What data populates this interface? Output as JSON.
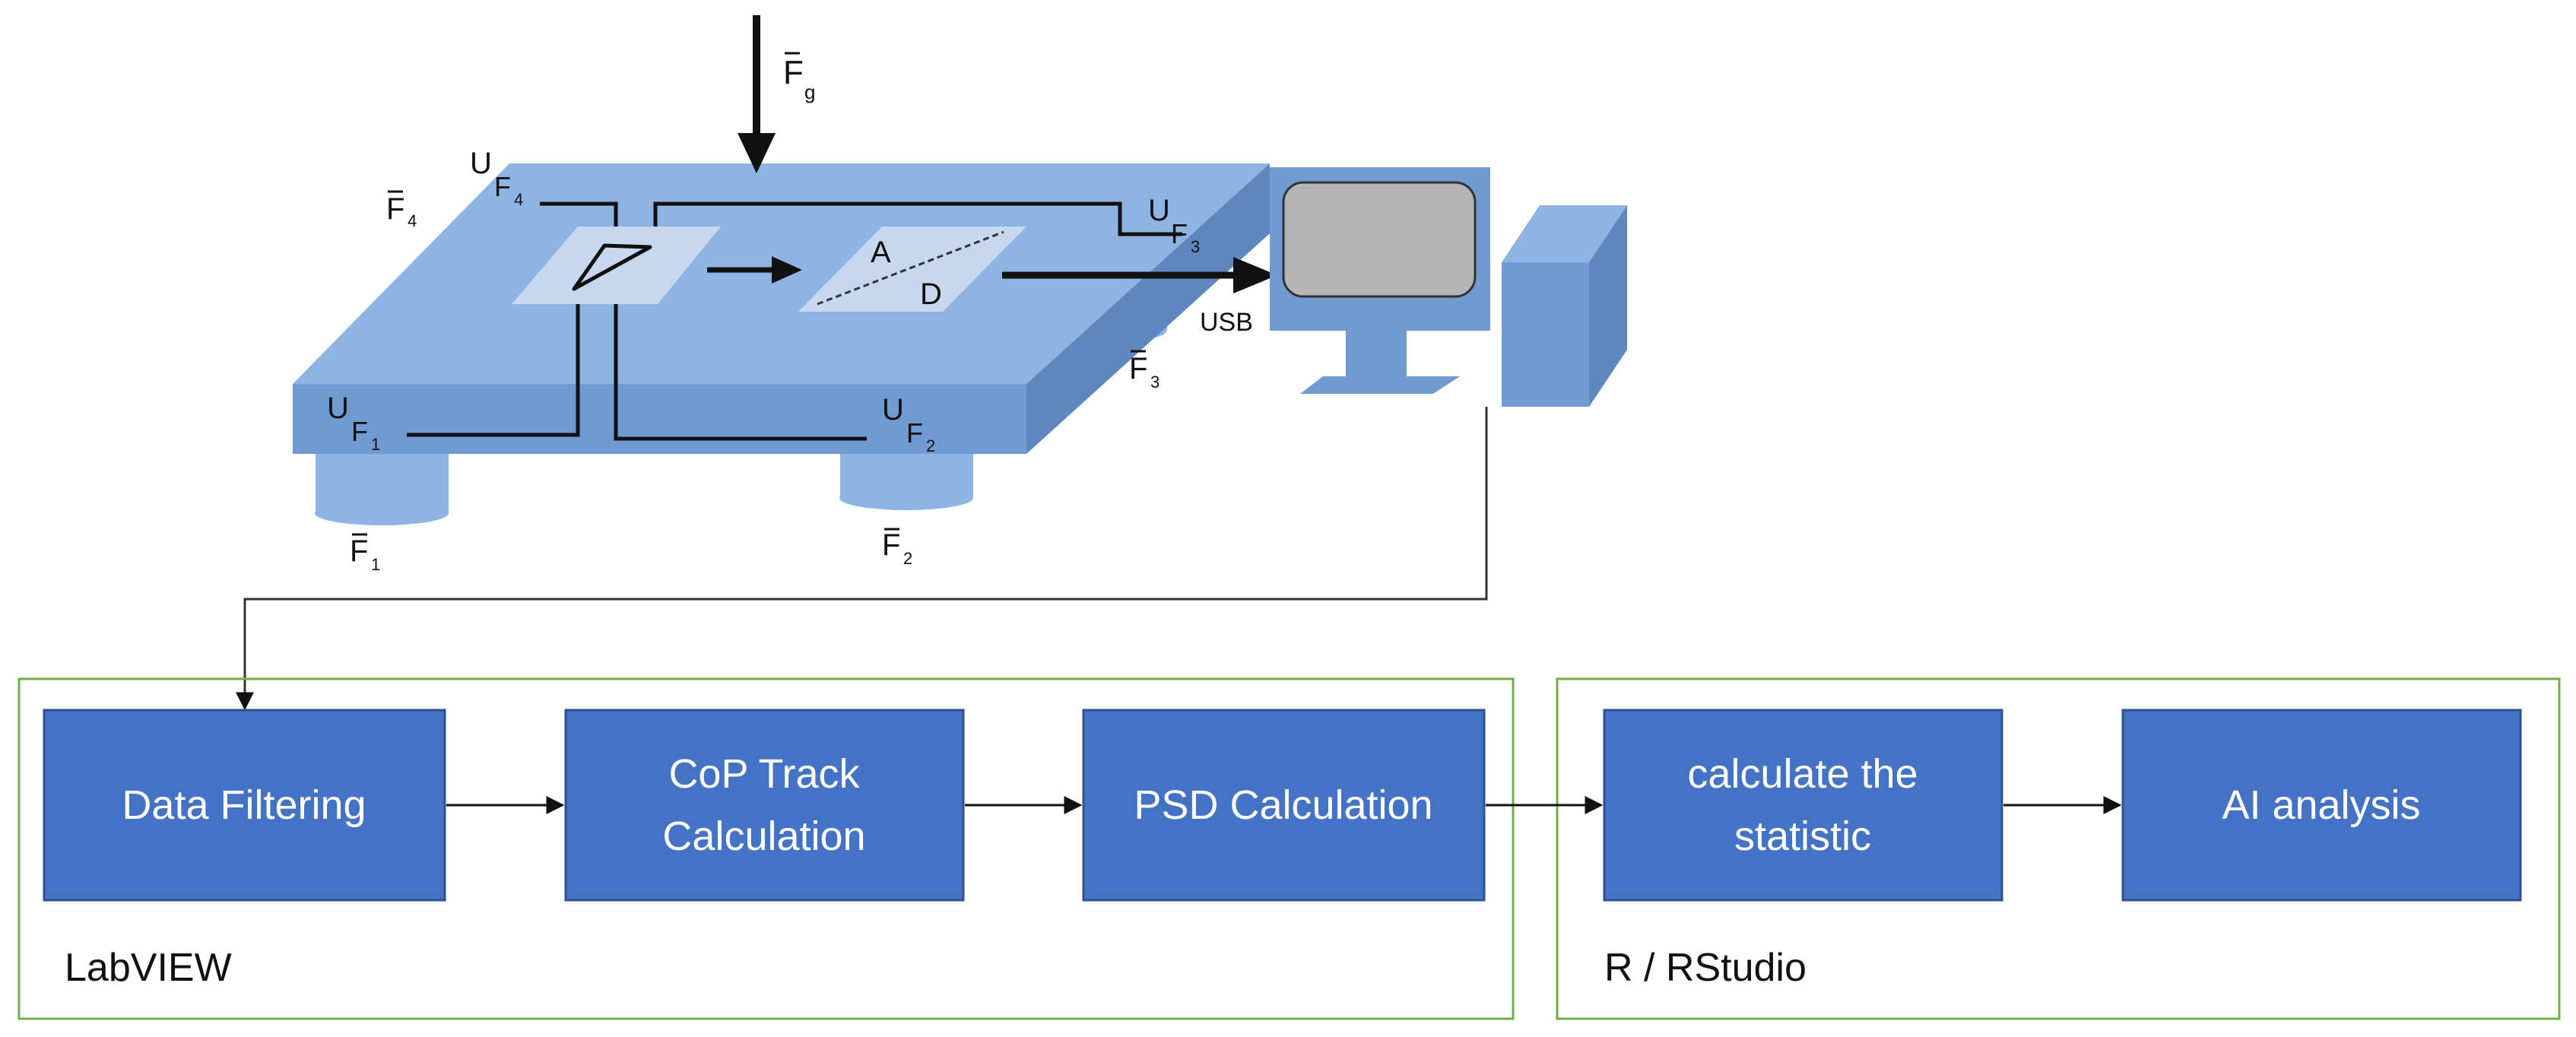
{
  "colors": {
    "plate_top": "#8eb4e3",
    "plate_front": "#6f9bd2",
    "plate_side": "#5e87c0",
    "box_fill": "#4472c4",
    "box_stroke": "#2f528f",
    "group_border": "#70ad47",
    "monitor_screen": "#b4b4b4",
    "line": "#111111"
  },
  "platform": {
    "fg_label": "F",
    "fg_sub": "g",
    "adc_a": "A",
    "adc_d": "D",
    "usb_label": "USB",
    "sensors": [
      {
        "u": "U",
        "f": "F",
        "sub": "1"
      },
      {
        "u": "U",
        "f": "F",
        "sub": "2"
      },
      {
        "u": "U",
        "f": "F",
        "sub": "3"
      },
      {
        "u": "U",
        "f": "F",
        "sub": "4"
      }
    ]
  },
  "groups": [
    {
      "label": "LabVIEW",
      "icon": "labview-group"
    },
    {
      "label": "R / RStudio",
      "icon": "rstudio-group"
    }
  ],
  "boxes": [
    {
      "lines": [
        "Data Filtering"
      ]
    },
    {
      "lines": [
        "CoP Track",
        "Calculation"
      ]
    },
    {
      "lines": [
        "PSD Calculation"
      ]
    },
    {
      "lines": [
        "calculate the",
        "statistic"
      ]
    },
    {
      "lines": [
        "AI analysis"
      ]
    }
  ]
}
